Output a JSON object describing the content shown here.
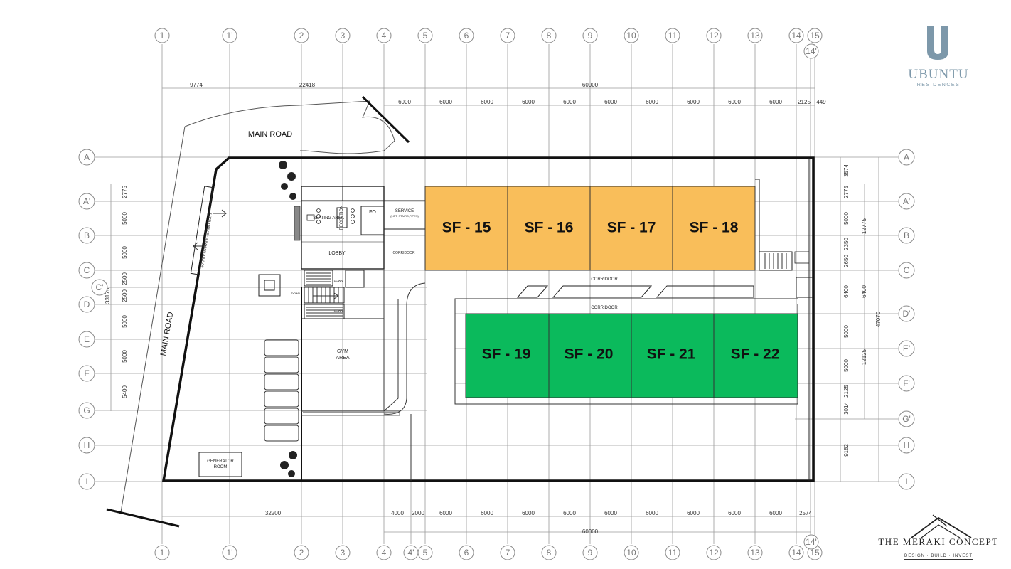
{
  "brand": {
    "name": "UBUNTU",
    "sub": "RESIDENCES",
    "logo_letter": "U",
    "accent": "#7d98aa"
  },
  "developer": {
    "name": "THE MERAKI CONCEPT",
    "tagline": "DESIGN · BUILD · INVEST"
  },
  "grid": {
    "columns": [
      "1",
      "1'",
      "2",
      "3",
      "4",
      "5",
      "6",
      "7",
      "8",
      "9",
      "10",
      "11",
      "12",
      "13",
      "14",
      "15"
    ],
    "extra_columns": {
      "top": "14'",
      "bottom_a": "4'",
      "bottom_b": "14'"
    },
    "rows_left": [
      "A",
      "A'",
      "B",
      "C",
      "C'",
      "D",
      "E",
      "F",
      "G",
      "H",
      "I"
    ],
    "rows_right": [
      "A",
      "A'",
      "B",
      "C",
      "D'",
      "E'",
      "F'",
      "G'",
      "H",
      "I"
    ]
  },
  "dimensions": {
    "top_overall": [
      "9774",
      "22418",
      "60000"
    ],
    "top_bays": [
      "6000",
      "6000",
      "6000",
      "6000",
      "6000",
      "6000",
      "6000",
      "6000",
      "6000",
      "6000",
      "2125",
      "449"
    ],
    "bottom_bays": [
      "32200",
      "4000",
      "2000",
      "6000",
      "6000",
      "6000",
      "6000",
      "6000",
      "6000",
      "6000",
      "6000",
      "6000",
      "2574"
    ],
    "bottom_overall": "60000",
    "left_rows": [
      "2775",
      "5000",
      "5000",
      "2500",
      "2500",
      "5000",
      "5000",
      "5400"
    ],
    "left_total": "33175",
    "right_rows": [
      "3574",
      "2775",
      "5000",
      "2350",
      "2650",
      "6400",
      "5000",
      "5000",
      "2125",
      "3014",
      "9182"
    ],
    "right_sub": [
      "12775",
      "6400",
      "12125"
    ],
    "right_total": "47070"
  },
  "labels": {
    "main_road_top": "MAIN ROAD",
    "main_road_side": "MAIN ROAD",
    "corridor_1": "CORRIDOOR",
    "corridor_2": "CORRIDOOR",
    "corridor_3": "CORRIDOOR",
    "lobby": "LOBBY",
    "gym_line1": "GYM",
    "gym_line2": "AREA",
    "seating": "SEATING AREA",
    "fo": "FO",
    "service": "SERVICE",
    "service_sub": "(LIFT, STAIRS,PIPES)",
    "generator_line1": "GENERATOR",
    "generator_line2": "ROOM",
    "reception": "RECEPTION",
    "down_1": "DOWN",
    "down_2": "DOWN",
    "down_3": "DOWN",
    "entry": "MAIN ENTRANCE AND EXIT"
  },
  "units_orange": [
    "SF - 15",
    "SF - 16",
    "SF - 17",
    "SF - 18"
  ],
  "units_green": [
    "SF - 19",
    "SF - 20",
    "SF - 21",
    "SF - 22"
  ],
  "colors": {
    "orange_units": "#F9BE5A",
    "green_units": "#0BBA5C"
  }
}
